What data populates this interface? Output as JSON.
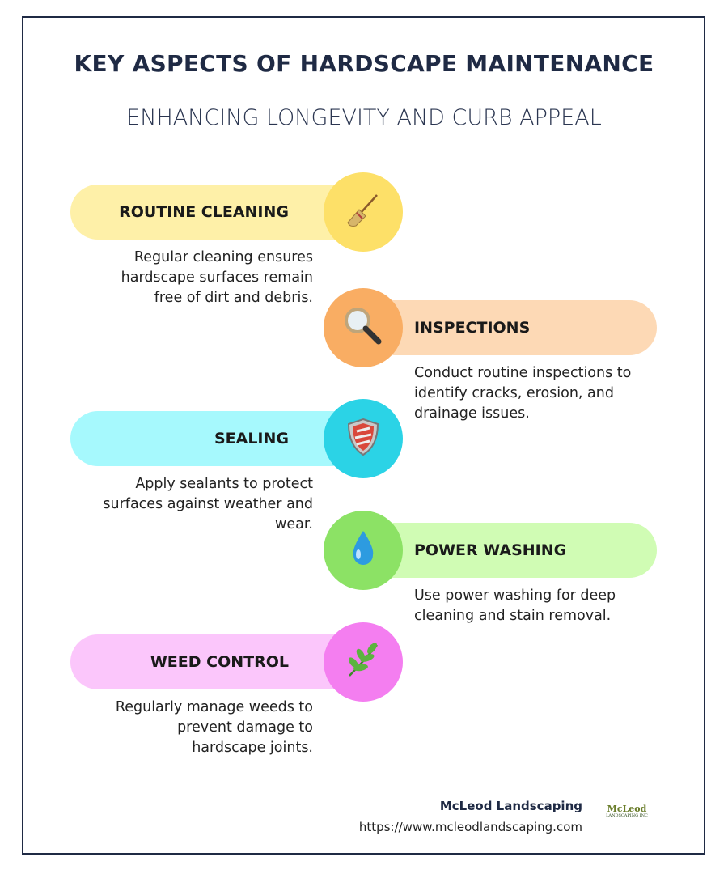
{
  "title": "KEY ASPECTS OF HARDSCAPE MAINTENANCE",
  "subtitle": "ENHANCING LONGEVITY AND CURB APPEAL",
  "items": [
    {
      "label": "ROUTINE CLEANING",
      "icon": "broom-icon",
      "side": "left",
      "pill_color": "#fef0a8",
      "circle_color": "#fde068",
      "description": "Regular cleaning ensures hardscape surfaces remain free of dirt and debris."
    },
    {
      "label": "INSPECTIONS",
      "icon": "magnifying-glass-icon",
      "side": "right",
      "pill_color": "#fdd9b5",
      "circle_color": "#f9ad63",
      "description": "Conduct routine inspections to identify cracks, erosion, and drainage issues."
    },
    {
      "label": "SEALING",
      "icon": "shield-icon",
      "side": "left",
      "pill_color": "#a6f9fd",
      "circle_color": "#2bd3e6",
      "description": "Apply sealants to protect surfaces against weather and wear."
    },
    {
      "label": "POWER WASHING",
      "icon": "water-drop-icon",
      "side": "right",
      "pill_color": "#d0fcb4",
      "circle_color": "#8ce265",
      "description": "Use power washing for deep cleaning and stain removal."
    },
    {
      "label": "WEED CONTROL",
      "icon": "herb-icon",
      "side": "left",
      "pill_color": "#fbc6fb",
      "circle_color": "#f47ef0",
      "description": "Regularly manage weeds to prevent damage to hardscape joints."
    }
  ],
  "footer": {
    "brand": "McLeod Landscaping",
    "url": "https://www.mcleodlandscaping.com",
    "logo_text": "McLeod",
    "logo_subtext": "LANDSCAPING INC"
  },
  "colors": {
    "text": "#1f2a44"
  }
}
